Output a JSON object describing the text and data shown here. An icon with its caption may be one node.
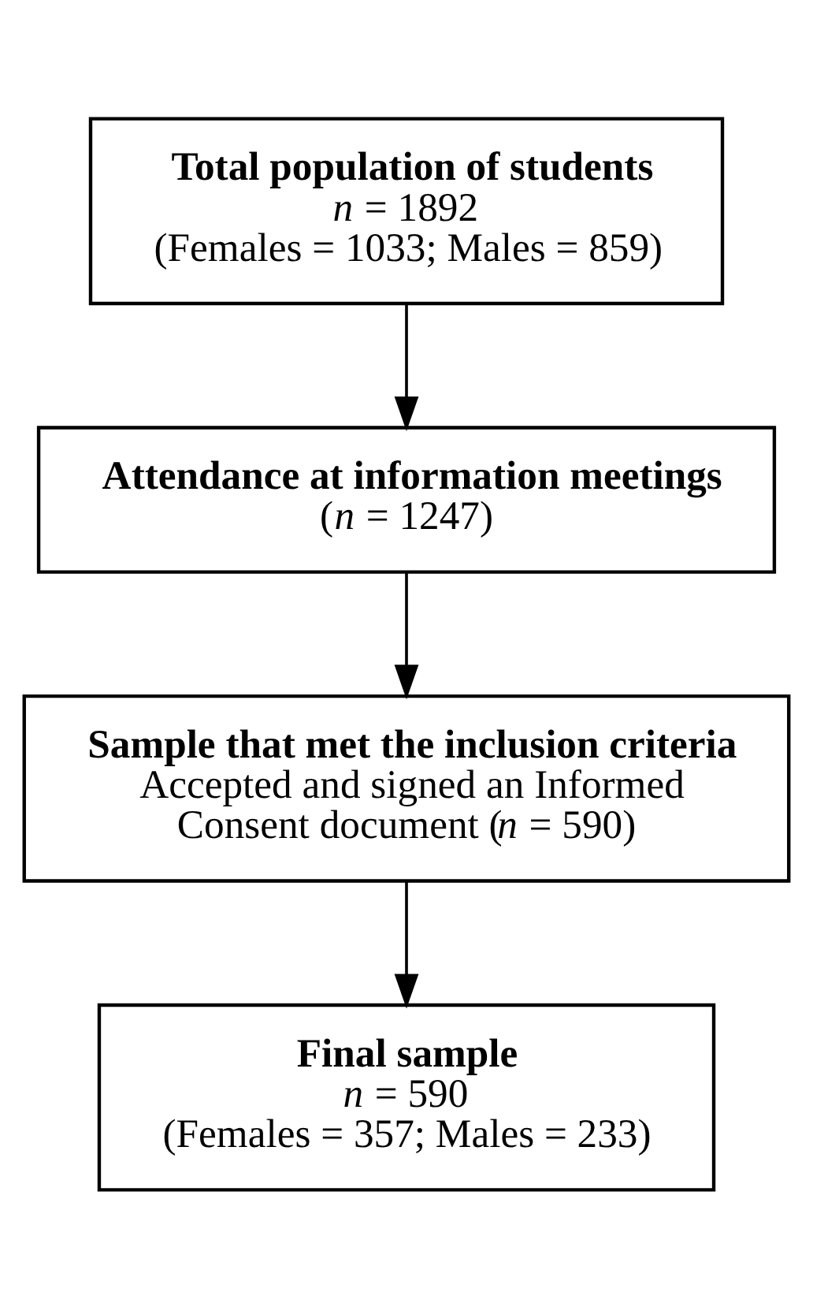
{
  "diagram": {
    "nodes": [
      {
        "text": [
          "Total population of students",
          "*n* = 1892",
          "(Females = 1033; Males = 859)"
        ]
      },
      {
        "text": [
          "Attendance at information meetings",
          "(*n* = 1247)"
        ]
      },
      {
        "text": [
          "Sample that met the inclusion criteria",
          "Accepted and signed an Informed Consent document (*n* = 590)"
        ]
      },
      {
        "text": [
          "Final sample",
          "*n* = 590",
          "(Females = 357; Males = 233)"
        ]
      }
    ],
    "edges": [
      {
        "from": 0,
        "to": 1,
        "arrow": "to"
      },
      {
        "from": 1,
        "to": 2,
        "arrow": "to"
      },
      {
        "from": 2,
        "to": 3,
        "arrow": "to"
      }
    ]
  }
}
